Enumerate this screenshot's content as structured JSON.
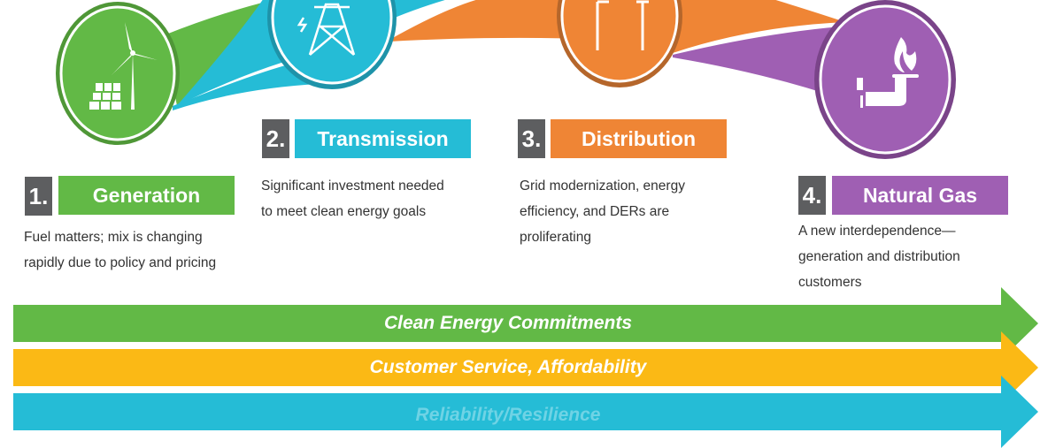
{
  "steps": [
    {
      "number": "1.",
      "title": "Generation",
      "description_lines": [
        "Fuel matters; mix is changing",
        "rapidly due to policy and pricing"
      ],
      "icon": "wind-turbine-solar-icon",
      "color": "#62b946"
    },
    {
      "number": "2.",
      "title": "Transmission",
      "description_lines": [
        "Significant investment needed",
        "to meet clean energy goals"
      ],
      "icon": "transmission-tower-icon",
      "color": "#25bcd6"
    },
    {
      "number": "3.",
      "title": "Distribution",
      "description_lines": [
        "Grid modernization, energy",
        "efficiency, and DERs are",
        "proliferating"
      ],
      "icon": "utility-poles-icon",
      "color": "#ef8535"
    },
    {
      "number": "4.",
      "title": "Natural Gas",
      "description_lines": [
        "A new interdependence—",
        "generation and distribution",
        "customers"
      ],
      "icon": "gas-flame-pipe-icon",
      "color": "#9f5fb3"
    }
  ],
  "bars": [
    {
      "label": "Clean Energy Commitments",
      "color": "#62b946"
    },
    {
      "label": "Customer Service, Affordability",
      "color": "#fbb915"
    },
    {
      "label": "Reliability/Resilience",
      "color": "#25bcd6"
    }
  ]
}
